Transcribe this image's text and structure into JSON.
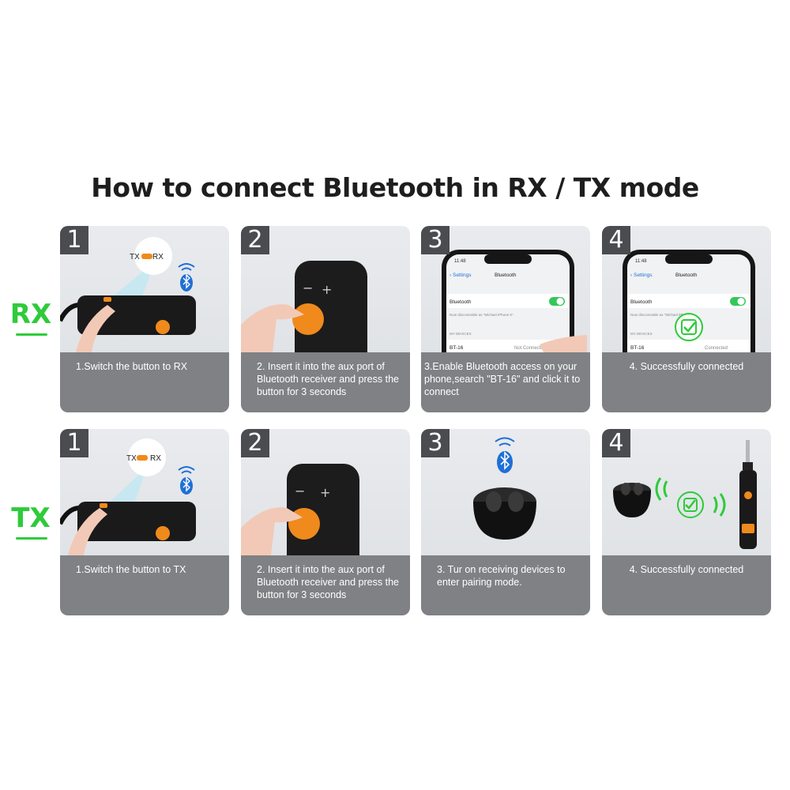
{
  "title": "How to connect Bluetooth in RX / TX mode",
  "modes": {
    "rx": "RX",
    "tx": "TX"
  },
  "rx_steps": [
    {
      "number": "1",
      "caption": "1.Switch the button to RX",
      "switch_tx": "TX",
      "switch_rx": "RX"
    },
    {
      "number": "2",
      "caption": "2. Insert it into the aux port of Bluetooth receiver and press the button for 3 seconds"
    },
    {
      "number": "3",
      "caption": "3.Enable Bluetooth access on your phone,search \"BT-16\" and click it to connect",
      "phone": {
        "time": "11:48",
        "back": "Settings",
        "screen_title": "Bluetooth",
        "toggle_label": "Bluetooth",
        "discoverable": "Now discoverable as \"Michael iPhone 6\".",
        "section": "MY DEVICES",
        "device": "BT-16",
        "status": "Not Connected"
      }
    },
    {
      "number": "4",
      "caption": "4. Successfully connected",
      "phone": {
        "time": "11:48",
        "back": "Settings",
        "screen_title": "Bluetooth",
        "toggle_label": "Bluetooth",
        "discoverable": "Now discoverable as \"Michael iPhone 6\".",
        "section": "MY DEVICES",
        "device": "BT-16",
        "status": "Connected"
      }
    }
  ],
  "tx_steps": [
    {
      "number": "1",
      "caption": "1.Switch the button to TX",
      "switch_tx": "TX",
      "switch_rx": "RX"
    },
    {
      "number": "2",
      "caption": "2. Insert it into the aux port of Bluetooth receiver and press the button for 3 seconds"
    },
    {
      "number": "3",
      "caption": "3. Tur on receiving devices to enter pairing mode."
    },
    {
      "number": "4",
      "caption": "4. Successfully connected"
    }
  ],
  "colors": {
    "accent_green": "#2ecb3a",
    "device_orange": "#f08a1c",
    "bluetooth_blue": "#1f6fd6",
    "caption_gray": "#7f8184"
  }
}
